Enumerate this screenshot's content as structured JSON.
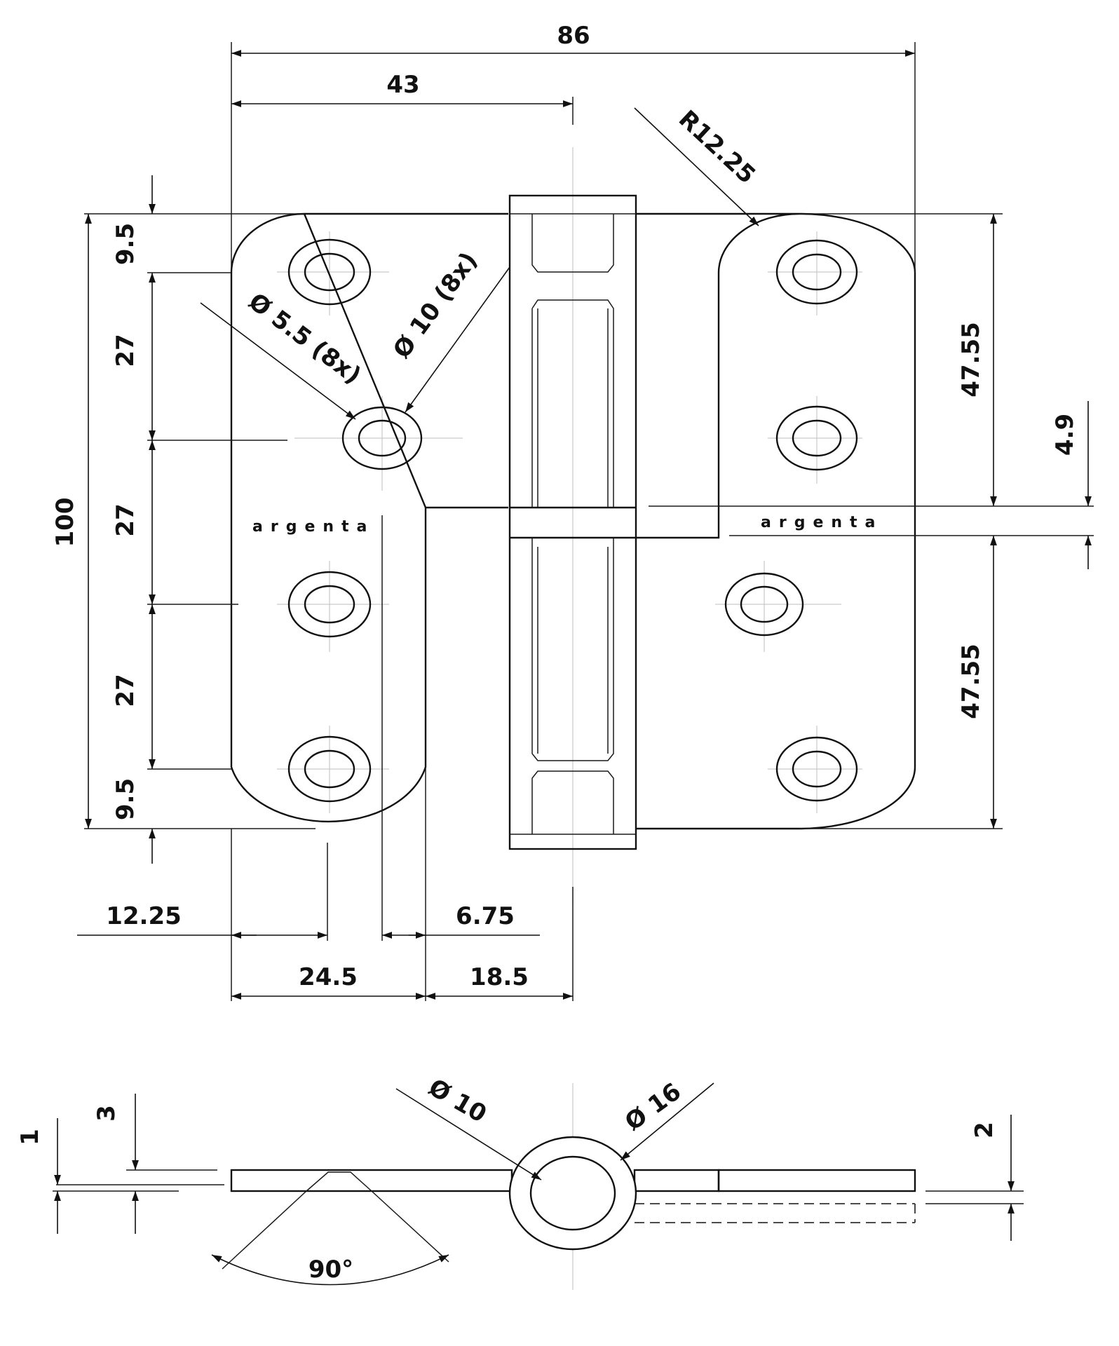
{
  "dimensions": {
    "overall_width": "86",
    "half_width": "43",
    "corner_radius": "R12.25",
    "hole_small": "Ø 5.5 (8x)",
    "hole_large": "Ø 10 (8x)",
    "top_margin": "9.5",
    "pitch_1": "27",
    "pitch_2": "27",
    "pitch_3": "27",
    "bottom_margin": "9.5",
    "overall_height": "100",
    "right_upper": "47.55",
    "right_gap": "4.9",
    "right_lower": "47.55",
    "offset_hole": "12.25",
    "offset_step": "6.75",
    "leaf_width": "24.5",
    "knuckle_width": "18.5",
    "pin_dia": "Ø 10",
    "knuckle_dia": "Ø 16",
    "thickness_1": "1",
    "thickness_3": "3",
    "thickness_2": "2",
    "countersink_angle": "90°"
  },
  "marks": {
    "brand_left": "argenta",
    "brand_right": "argenta"
  },
  "colors": {
    "line": "#111111",
    "centerline": "#c9c9c9",
    "background": "#ffffff"
  }
}
